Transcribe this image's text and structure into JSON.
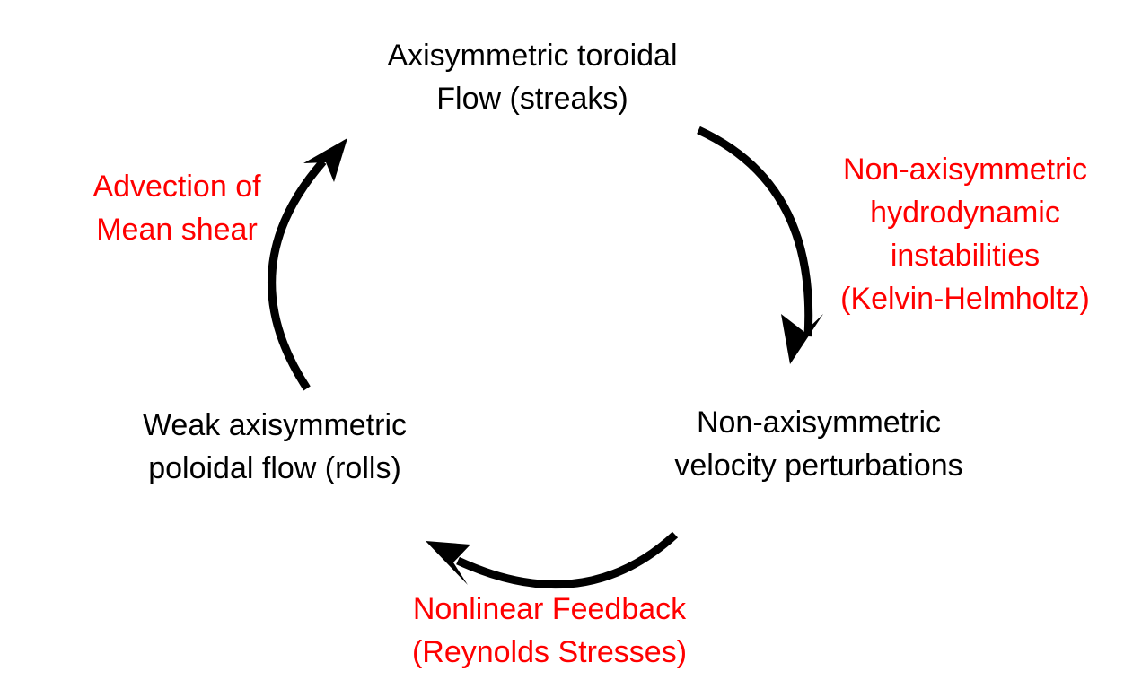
{
  "colors": {
    "node_text": "#000000",
    "process_text": "#ff0000",
    "arrow": "#000000"
  },
  "nodes": {
    "toroidal_flow": {
      "line1": "Axisymmetric toroidal",
      "line2": "Flow (streaks)"
    },
    "velocity_perturbations": {
      "line1": "Non-axisymmetric",
      "line2": "velocity perturbations"
    },
    "poloidal_flow": {
      "line1": "Weak axisymmetric",
      "line2": "poloidal flow (rolls)"
    }
  },
  "processes": {
    "instabilities": {
      "line1": "Non-axisymmetric",
      "line2": "hydrodynamic",
      "line3": "instabilities",
      "line4": "(Kelvin-Helmholtz)"
    },
    "nonlinear_feedback": {
      "line1": "Nonlinear Feedback",
      "line2": "(Reynolds Stresses)"
    },
    "advection": {
      "line1": "Advection of",
      "line2": "Mean shear"
    }
  }
}
